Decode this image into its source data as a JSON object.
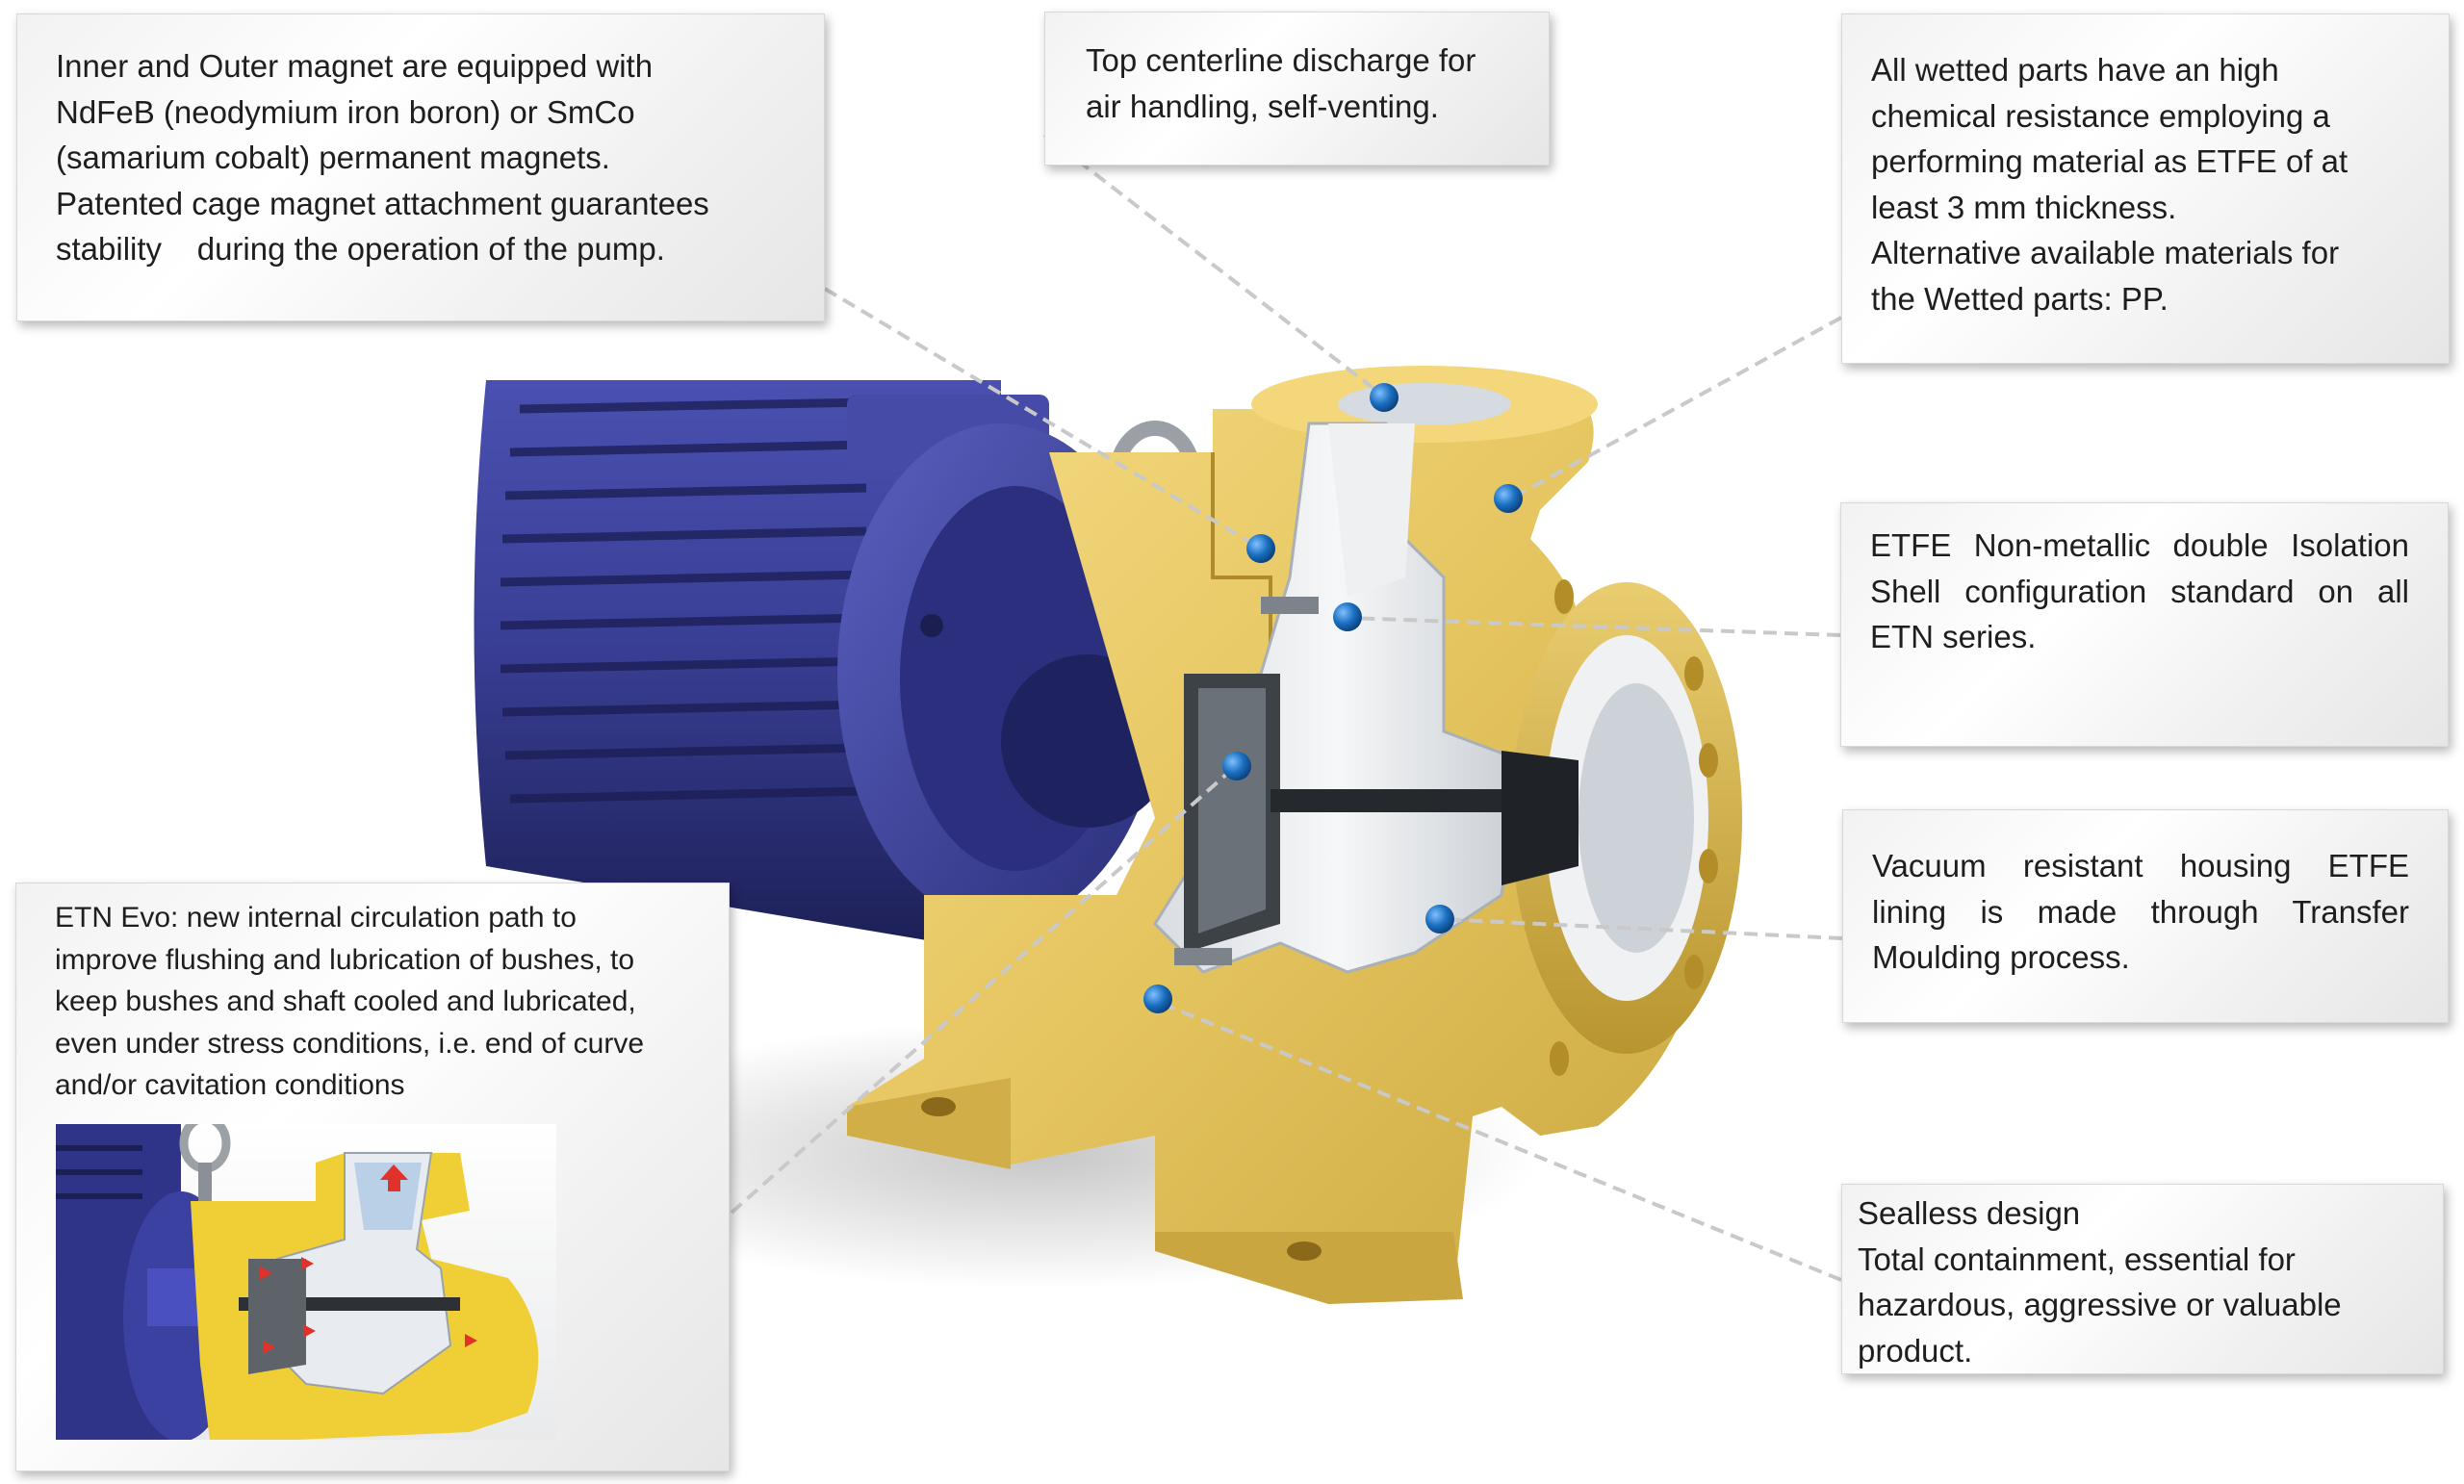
{
  "callouts": {
    "magnets": {
      "lines": [
        "Inner and Outer magnet are equipped with",
        "NdFeB (neodymium iron boron) or SmCo",
        "(samarium cobalt) permanent magnets.",
        "Patented cage magnet attachment guarantees",
        "stability    during the operation of the pump."
      ]
    },
    "discharge": {
      "lines": [
        "Top centerline discharge for",
        "air handling, self-venting."
      ]
    },
    "wetted_parts": {
      "lines": [
        "All wetted parts have an high",
        "chemical resistance employing a",
        "performing material as ETFE of at",
        "least 3 mm thickness.",
        "Alternative available materials for",
        "the Wetted parts: PP."
      ]
    },
    "etfe_shell": {
      "lines": [
        "ETFE Non-metallic double Isolation",
        "Shell configuration standard on all",
        "ETN series."
      ]
    },
    "vacuum": {
      "lines": [
        "Vacuum resistant housing ETFE",
        "lining is made through Transfer",
        "Moulding process."
      ]
    },
    "sealless": {
      "lines": [
        "Sealless design",
        "Total containment, essential for",
        "hazardous, aggressive or valuable",
        "product."
      ]
    },
    "evo": {
      "lines": [
        "ETN Evo: new internal circulation path to",
        "improve flushing and lubrication of bushes, to",
        "keep bushes and shaft cooled and lubricated,",
        "even under stress conditions, i.e. end of curve",
        "and/or cavitation conditions"
      ]
    }
  },
  "colors": {
    "motor": "#3a3f96",
    "motor_dark": "#1f2260",
    "housing": "#e4c45e",
    "housing_dark": "#b89531",
    "liner": "#e9ecef",
    "marker": "#1a6fc0",
    "flow_arrow": "#e0322a"
  }
}
